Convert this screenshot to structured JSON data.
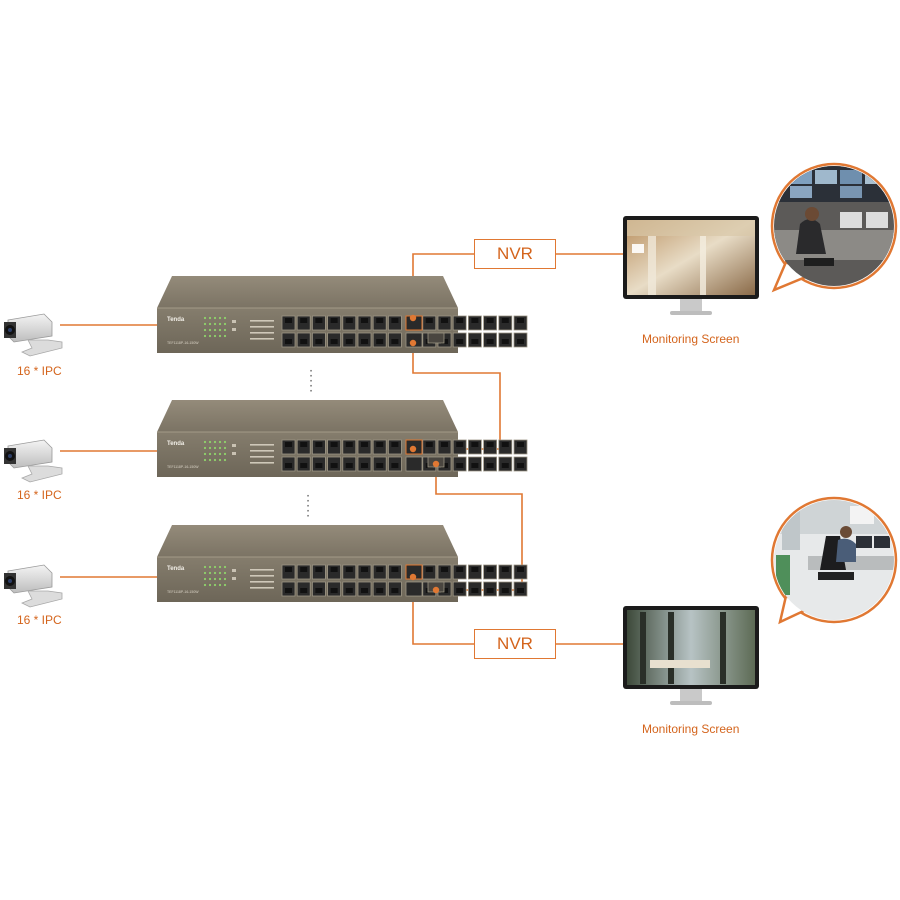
{
  "cameras": [
    {
      "label": "16 * IPC"
    },
    {
      "label": "16 * IPC"
    },
    {
      "label": "16 * IPC"
    }
  ],
  "switches": [
    {
      "brand": "Tenda",
      "model": "TEF1118P-16-150W"
    },
    {
      "brand": "Tenda",
      "model": "TEF1118P-16-150W"
    },
    {
      "brand": "Tenda",
      "model": "TEF1118P-16-150W"
    }
  ],
  "nvr": [
    {
      "label": "NVR"
    },
    {
      "label": "NVR"
    }
  ],
  "monitors": [
    {
      "label": "Monitoring Screen"
    },
    {
      "label": "Monitoring Screen"
    }
  ],
  "colors": {
    "link_line": "#e07833",
    "label_text": "#d4641c",
    "switch_body": "#7d7566",
    "bubble_border": "#e07833"
  },
  "icons": [
    "ip-camera-icon",
    "poe-switch-icon",
    "monitor-icon",
    "operator-speech-bubble"
  ]
}
